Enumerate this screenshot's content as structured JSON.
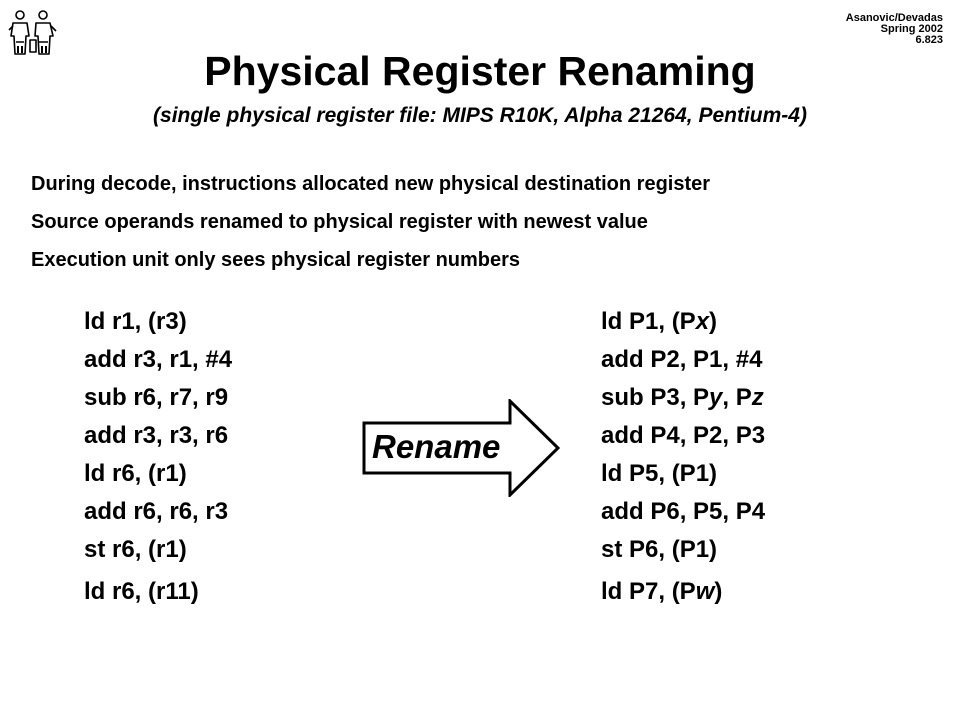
{
  "header": {
    "credit_lines": [
      "Asanovic/Devadas",
      "Spring 2002",
      "6.823"
    ]
  },
  "title": "Physical Register Renaming",
  "subtitle": "(single physical register file: MIPS R10K, Alpha 21264, Pentium-4)",
  "bullets": [
    "During decode, instructions allocated new physical destination register",
    "Source operands renamed to physical register with newest value",
    "Execution unit only sees physical register numbers"
  ],
  "original_code": [
    "ld r1, (r3)",
    "add r3, r1, #4",
    "sub r6, r7, r9",
    "add r3, r3, r6",
    "ld r6, (r1)",
    "add r6, r6, r3",
    "st r6, (r1)",
    "ld r6, (r11)"
  ],
  "renamed_code": [
    [
      "ld P1, (P",
      {
        "i": "x"
      },
      ")"
    ],
    [
      "add P2, P1, #4"
    ],
    [
      "sub P3, P",
      {
        "i": "y"
      },
      ", P",
      {
        "i": "z"
      }
    ],
    [
      "add P4, P2, P3"
    ],
    [
      "ld P5, (P1)"
    ],
    [
      "add P6, P5, P4"
    ],
    [
      "st P6, (P1)"
    ],
    [
      "ld P7, (P",
      {
        "i": "w"
      },
      ")"
    ]
  ],
  "arrow": {
    "label": "Rename"
  },
  "icons": {
    "logo": "mit-logo-icon",
    "arrow": "right-arrow-icon"
  }
}
